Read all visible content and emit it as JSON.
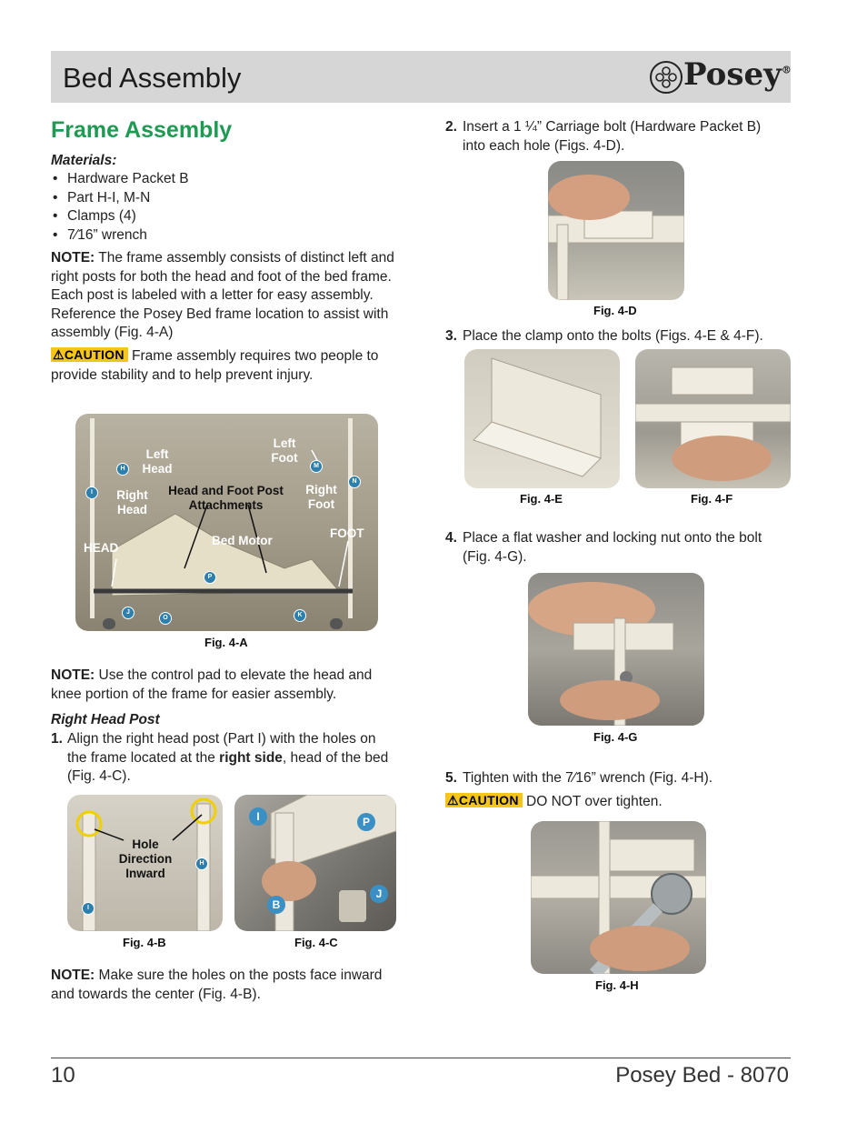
{
  "header": {
    "title": "Bed Assembly",
    "brand": "Posey",
    "brand_mark": "®"
  },
  "section_title": "Frame Assembly",
  "materials": {
    "heading": "Materials:",
    "items": [
      "Hardware Packet B",
      "Part H-I, M-N",
      "Clamps (4)",
      "7⁄16” wrench"
    ]
  },
  "note1": {
    "label": "NOTE:",
    "text": "The frame assembly consists of distinct left and right posts for both the head and foot of the bed frame. Each post is labeled with a letter for easy assembly. Reference the Posey Bed frame location to assist with assembly (Fig. 4-A)"
  },
  "caution1": {
    "badge": "CAUTION",
    "text": "Frame assembly requires two people to provide stability and to help prevent injury."
  },
  "fig_4a": {
    "caption": "Fig. 4-A",
    "labels": {
      "left_head": "Left Head",
      "left_foot": "Left Foot",
      "right_head": "Right Head",
      "right_foot": "Right Foot",
      "attachments": "Head and Foot Post Attachments",
      "head": "HEAD",
      "bed_motor": "Bed Motor",
      "foot": "FOOT"
    },
    "markers": [
      "H",
      "M",
      "I",
      "N",
      "P",
      "J",
      "O",
      "K"
    ]
  },
  "note2": {
    "label": "NOTE:",
    "text": "Use the control pad to elevate the head and knee portion of the frame for easier assembly."
  },
  "right_head_post": {
    "heading": "Right Head Post",
    "step1_num": "1.",
    "step1_a": "Align the right head post (Part I) with the holes on the frame located at the ",
    "step1_bold": "right side",
    "step1_b": ", head of the bed (Fig. 4-C)."
  },
  "fig_4b": {
    "caption": "Fig. 4-B",
    "label": "Hole Direction Inward",
    "markers": [
      "H",
      "I"
    ]
  },
  "fig_4c": {
    "caption": "Fig. 4-C",
    "markers": [
      "I",
      "P",
      "J",
      "B"
    ]
  },
  "note3": {
    "label": "NOTE:",
    "text": "Make sure the holes on the posts face inward and towards the center (Fig. 4-B)."
  },
  "step2": {
    "num": "2.",
    "text": "Insert a 1 ¼” Carriage bolt (Hardware Packet B) into each hole (Figs. 4-D)."
  },
  "fig_4d": {
    "caption": "Fig. 4-D"
  },
  "step3": {
    "num": "3.",
    "text": "Place the clamp onto the bolts (Figs. 4-E & 4-F)."
  },
  "fig_4e": {
    "caption": "Fig. 4-E"
  },
  "fig_4f": {
    "caption": "Fig. 4-F"
  },
  "step4": {
    "num": "4.",
    "text": "Place a flat washer and locking nut onto the bolt (Fig. 4-G)."
  },
  "fig_4g": {
    "caption": "Fig. 4-G"
  },
  "step5": {
    "num": "5.",
    "text": "Tighten with the 7⁄16” wrench (Fig. 4-H)."
  },
  "caution2": {
    "badge": "CAUTION",
    "text": "DO NOT over tighten."
  },
  "fig_4h": {
    "caption": "Fig. 4-H"
  },
  "footer": {
    "page_number": "10",
    "product": "Posey Bed - 8070"
  },
  "colors": {
    "section_title": "#1f9a53",
    "header_bar": "#d6d6d6",
    "caution_badge": "#f5c518",
    "marker": "#2d7fae"
  }
}
